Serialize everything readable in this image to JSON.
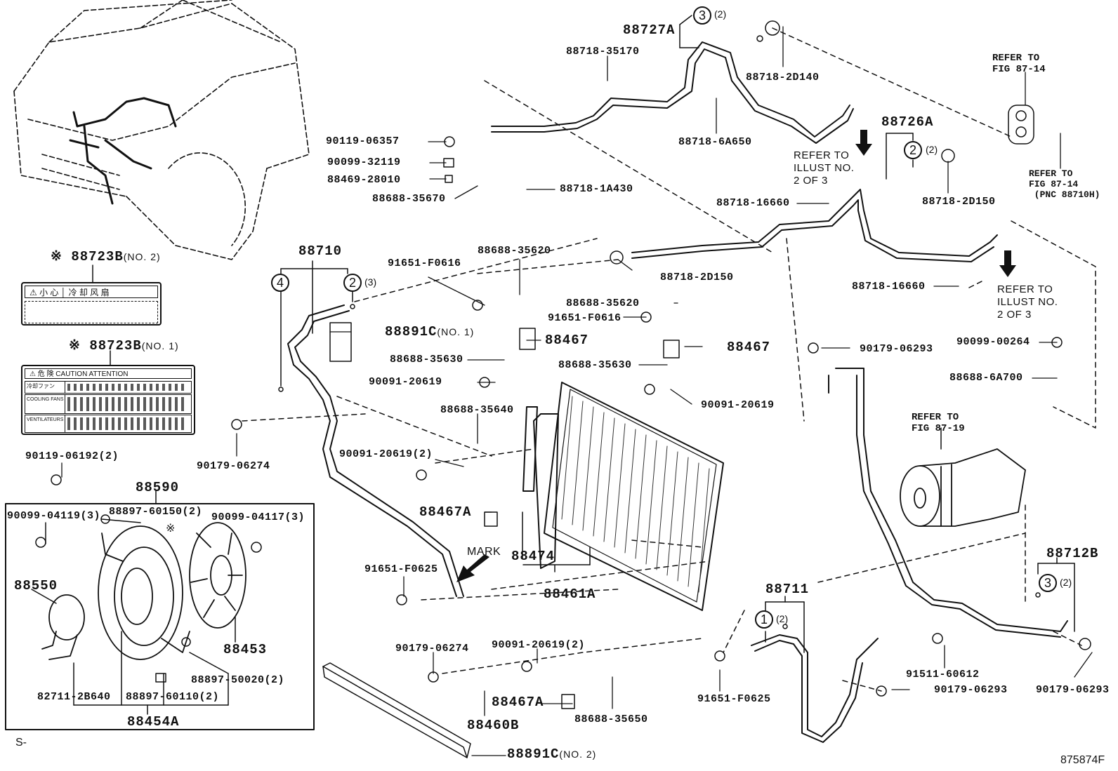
{
  "diagram": {
    "title": "Air Conditioner Condenser / Piping Parts Diagram",
    "figure_code": "875874F",
    "page_marker": "S-",
    "labels": {
      "88723B_no2": {
        "part": "88723B",
        "sub": "(NO. 2)",
        "mark": "※"
      },
      "88723B_no1": {
        "part": "88723B",
        "sub": "(NO. 1)",
        "mark": "※"
      },
      "88710": "88710",
      "88891C_no1": {
        "part": "88891C",
        "sub": "(NO. 1)"
      },
      "88891C_no2": {
        "part": "88891C",
        "sub": "(NO. 2)"
      },
      "90119_06357": "90119-06357",
      "90099_32119": "90099-32119",
      "88469_28010": "88469-28010",
      "88688_35670": "88688-35670",
      "88718_1A430": "88718-1A430",
      "88718_35170": "88718-35170",
      "88727A": "88727A",
      "88718_2D140": "88718-2D140",
      "88718_6A650": "88718-6A650",
      "88726A": "88726A",
      "88718_2D150_top": "88718-2D150",
      "88718_16660_top": "88718-16660",
      "88718_2D150_mid": "88718-2D150",
      "88718_16660_right": "88718-16660",
      "91651_F0616_a": "91651-F0616",
      "88688_35620_a": "88688-35620",
      "88688_35620_b": "88688-35620",
      "91651_F0616_b": "91651-F0616",
      "88467_a": "88467",
      "88467_b": "88467",
      "88688_35630_a": "88688-35630",
      "88688_35630_b": "88688-35630",
      "90091_20619_a": "90091-20619",
      "90091_20619_b": "90091-20619",
      "88688_35640": "88688-35640",
      "90091_20619_2a": "90091-20619(2)",
      "88467A_a": "88467A",
      "88474": "88474",
      "88461A": "88461A",
      "91651_F0625_a": "91651-F0625",
      "mark": "MARK",
      "90179_06274_a": "90179-06274",
      "90119_06192": "90119-06192(2)",
      "88590": "88590",
      "90099_04119": "90099-04119(3)",
      "88897_60150": "88897-60150(2)",
      "90099_04117": "90099-04117(3)",
      "88550": "88550",
      "88453": "88453",
      "88897_50020": "88897-50020(2)",
      "82711_2B640": "82711-2B640",
      "88897_60110": "88897-60110(2)",
      "88454A": "88454A",
      "90179_06274_b": "90179-06274",
      "90091_20619_2b": "90091-20619(2)",
      "88467A_b": "88467A",
      "88460B": "88460B",
      "88688_35650": "88688-35650",
      "88711": "88711",
      "91651_F0625_b": "91651-F0625",
      "90179_06293_a": "90179-06293",
      "90099_00264": "90099-00264",
      "88688_6A700": "88688-6A700",
      "91511_60612": "91511-60612",
      "90179_06293_b": "90179-06293",
      "90179_06293_c": "90179-06293",
      "88712B": "88712B",
      "star_mark": "※"
    },
    "circled_refs": [
      {
        "id": "c3_top",
        "num": "3",
        "qty": "(2)"
      },
      {
        "id": "c2_88726A",
        "num": "2",
        "qty": "(2)"
      },
      {
        "id": "c4_88710",
        "num": "4",
        "qty": ""
      },
      {
        "id": "c2_88710",
        "num": "2",
        "qty": "(3)"
      },
      {
        "id": "c1_88711",
        "num": "1",
        "qty": "(2)"
      },
      {
        "id": "c3_88712B",
        "num": "3",
        "qty": "(2)"
      }
    ],
    "notes": {
      "refer_illust_1": "REFER TO\nILLUST NO.\n2 OF 3",
      "refer_illust_2": "REFER TO\nILLUST NO.\n2 OF 3",
      "refer_fig_8714_a": "REFER TO\nFIG 87-14",
      "refer_fig_8714_b": "REFER TO\nFIG 87-14\n (PNC 88710H)",
      "refer_fig_8719": "REFER TO\nFIG 87-19"
    },
    "warning_labels": {
      "no2_header": "⚠  小 心  │  冷  却  风  扇",
      "no1_header": "⚠    危   険    CAUTION   ATTENTION",
      "no1_rows": [
        "冷却ファン",
        "COOLING FANS",
        "VENTILATEURS"
      ]
    }
  }
}
